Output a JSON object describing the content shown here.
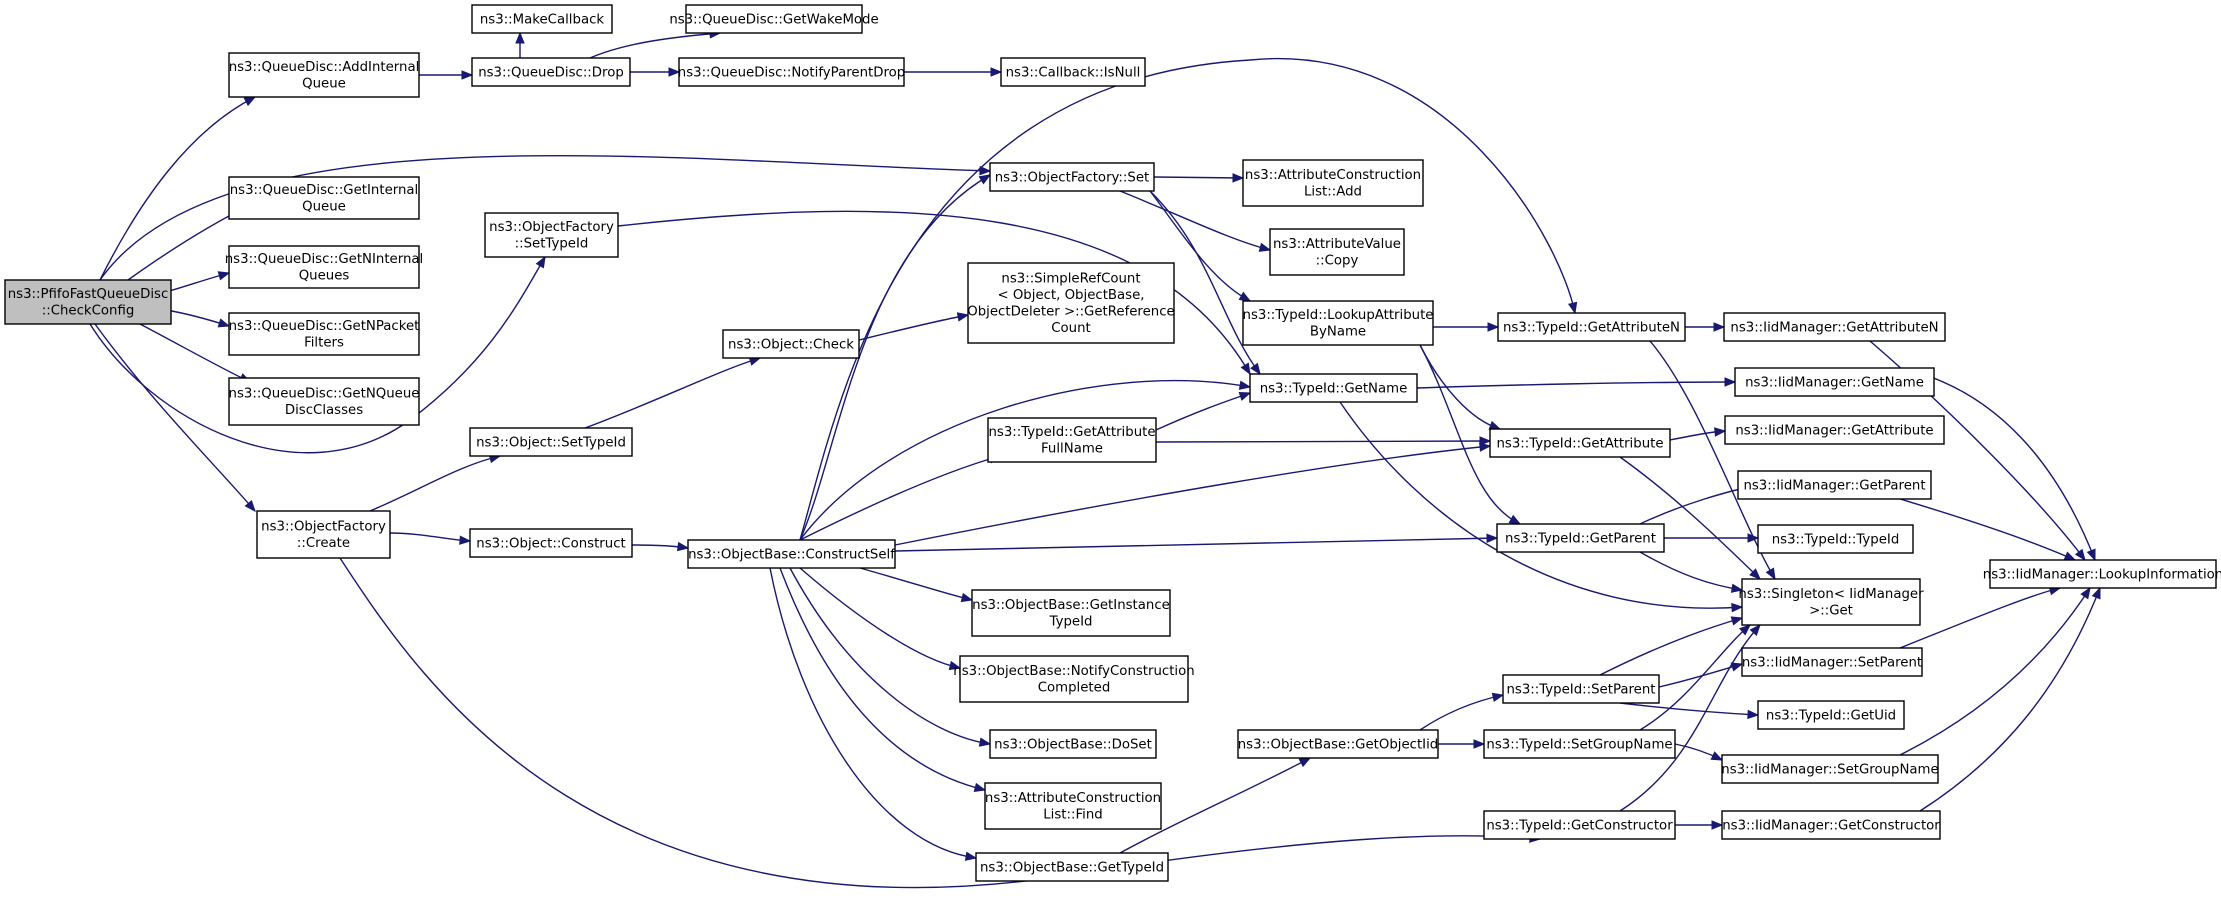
{
  "title": "",
  "colors": {
    "edge": "#191970",
    "node_border": "#000000",
    "root_fill": "#bfbfbf",
    "node_fill": "#ffffff"
  },
  "nodes": [
    {
      "id": "root",
      "lines": [
        "ns3::PfifoFastQueueDisc",
        "::CheckConfig"
      ],
      "root": true
    },
    {
      "id": "addInternal",
      "lines": [
        "ns3::QueueDisc::AddInternal",
        "Queue"
      ]
    },
    {
      "id": "getInternal",
      "lines": [
        "ns3::QueueDisc::GetInternal",
        "Queue"
      ]
    },
    {
      "id": "getNInternal",
      "lines": [
        "ns3::QueueDisc::GetNInternal",
        "Queues"
      ]
    },
    {
      "id": "getNPacket",
      "lines": [
        "ns3::QueueDisc::GetNPacket",
        "Filters"
      ]
    },
    {
      "id": "getNQueue",
      "lines": [
        "ns3::QueueDisc::GetNQueue",
        "DiscClasses"
      ]
    },
    {
      "id": "ofCreate",
      "lines": [
        "ns3::ObjectFactory",
        "::Create"
      ]
    },
    {
      "id": "makeCallback",
      "lines": [
        "ns3::MakeCallback"
      ]
    },
    {
      "id": "qdDrop",
      "lines": [
        "ns3::QueueDisc::Drop"
      ]
    },
    {
      "id": "getWakeMode",
      "lines": [
        "ns3::QueueDisc::GetWakeMode"
      ]
    },
    {
      "id": "notifyParentDrop",
      "lines": [
        "ns3::QueueDisc::NotifyParentDrop"
      ]
    },
    {
      "id": "cbIsNull",
      "lines": [
        "ns3::Callback::IsNull"
      ]
    },
    {
      "id": "ofSetTypeId",
      "lines": [
        "ns3::ObjectFactory",
        "::SetTypeId"
      ]
    },
    {
      "id": "objSetTypeId",
      "lines": [
        "ns3::Object::SetTypeId"
      ]
    },
    {
      "id": "objConstruct",
      "lines": [
        "ns3::Object::Construct"
      ]
    },
    {
      "id": "objCheck",
      "lines": [
        "ns3::Object::Check"
      ]
    },
    {
      "id": "simpleRef",
      "lines": [
        "ns3::SimpleRefCount",
        "< Object, ObjectBase,",
        "ObjectDeleter >::GetReference",
        "Count"
      ]
    },
    {
      "id": "constructSelf",
      "lines": [
        "ns3::ObjectBase::ConstructSelf"
      ]
    },
    {
      "id": "ofSet",
      "lines": [
        "ns3::ObjectFactory::Set"
      ]
    },
    {
      "id": "acListAdd",
      "lines": [
        "ns3::AttributeConstruction",
        "List::Add"
      ]
    },
    {
      "id": "avCopy",
      "lines": [
        "ns3::AttributeValue",
        "::Copy"
      ]
    },
    {
      "id": "lookupAttr",
      "lines": [
        "ns3::TypeId::LookupAttribute",
        "ByName"
      ]
    },
    {
      "id": "getName",
      "lines": [
        "ns3::TypeId::GetName"
      ]
    },
    {
      "id": "getAttrFull",
      "lines": [
        "ns3::TypeId::GetAttribute",
        "FullName"
      ]
    },
    {
      "id": "getInstTypeId",
      "lines": [
        "ns3::ObjectBase::GetInstance",
        "TypeId"
      ]
    },
    {
      "id": "notifyConstr",
      "lines": [
        "ns3::ObjectBase::NotifyConstruction",
        "Completed"
      ]
    },
    {
      "id": "doSet",
      "lines": [
        "ns3::ObjectBase::DoSet"
      ]
    },
    {
      "id": "acListFind",
      "lines": [
        "ns3::AttributeConstruction",
        "List::Find"
      ]
    },
    {
      "id": "obGetTypeId",
      "lines": [
        "ns3::ObjectBase::GetTypeId"
      ]
    },
    {
      "id": "getObjectIid",
      "lines": [
        "ns3::ObjectBase::GetObjectIid"
      ]
    },
    {
      "id": "getAttrN",
      "lines": [
        "ns3::TypeId::GetAttributeN"
      ]
    },
    {
      "id": "getAttr",
      "lines": [
        "ns3::TypeId::GetAttribute"
      ]
    },
    {
      "id": "getParent",
      "lines": [
        "ns3::TypeId::GetParent"
      ]
    },
    {
      "id": "setParent",
      "lines": [
        "ns3::TypeId::SetParent"
      ]
    },
    {
      "id": "setGroupName",
      "lines": [
        "ns3::TypeId::SetGroupName"
      ]
    },
    {
      "id": "getConstructor",
      "lines": [
        "ns3::TypeId::GetConstructor"
      ]
    },
    {
      "id": "iidGetAttrN",
      "lines": [
        "ns3::IidManager::GetAttributeN"
      ]
    },
    {
      "id": "iidGetName",
      "lines": [
        "ns3::IidManager::GetName"
      ]
    },
    {
      "id": "iidGetAttr",
      "lines": [
        "ns3::IidManager::GetAttribute"
      ]
    },
    {
      "id": "iidGetParent",
      "lines": [
        "ns3::IidManager::GetParent"
      ]
    },
    {
      "id": "typeIdTypeId",
      "lines": [
        "ns3::TypeId::TypeId"
      ]
    },
    {
      "id": "singletonGet",
      "lines": [
        "ns3::Singleton< IidManager",
        ">::Get"
      ]
    },
    {
      "id": "iidSetParent",
      "lines": [
        "ns3::IidManager::SetParent"
      ]
    },
    {
      "id": "getUid",
      "lines": [
        "ns3::TypeId::GetUid"
      ]
    },
    {
      "id": "iidSetGroupName",
      "lines": [
        "ns3::IidManager::SetGroupName"
      ]
    },
    {
      "id": "iidGetConstructor",
      "lines": [
        "ns3::IidManager::GetConstructor"
      ]
    },
    {
      "id": "iidLookupInfo",
      "lines": [
        "ns3::IidManager::LookupInformation"
      ]
    }
  ]
}
